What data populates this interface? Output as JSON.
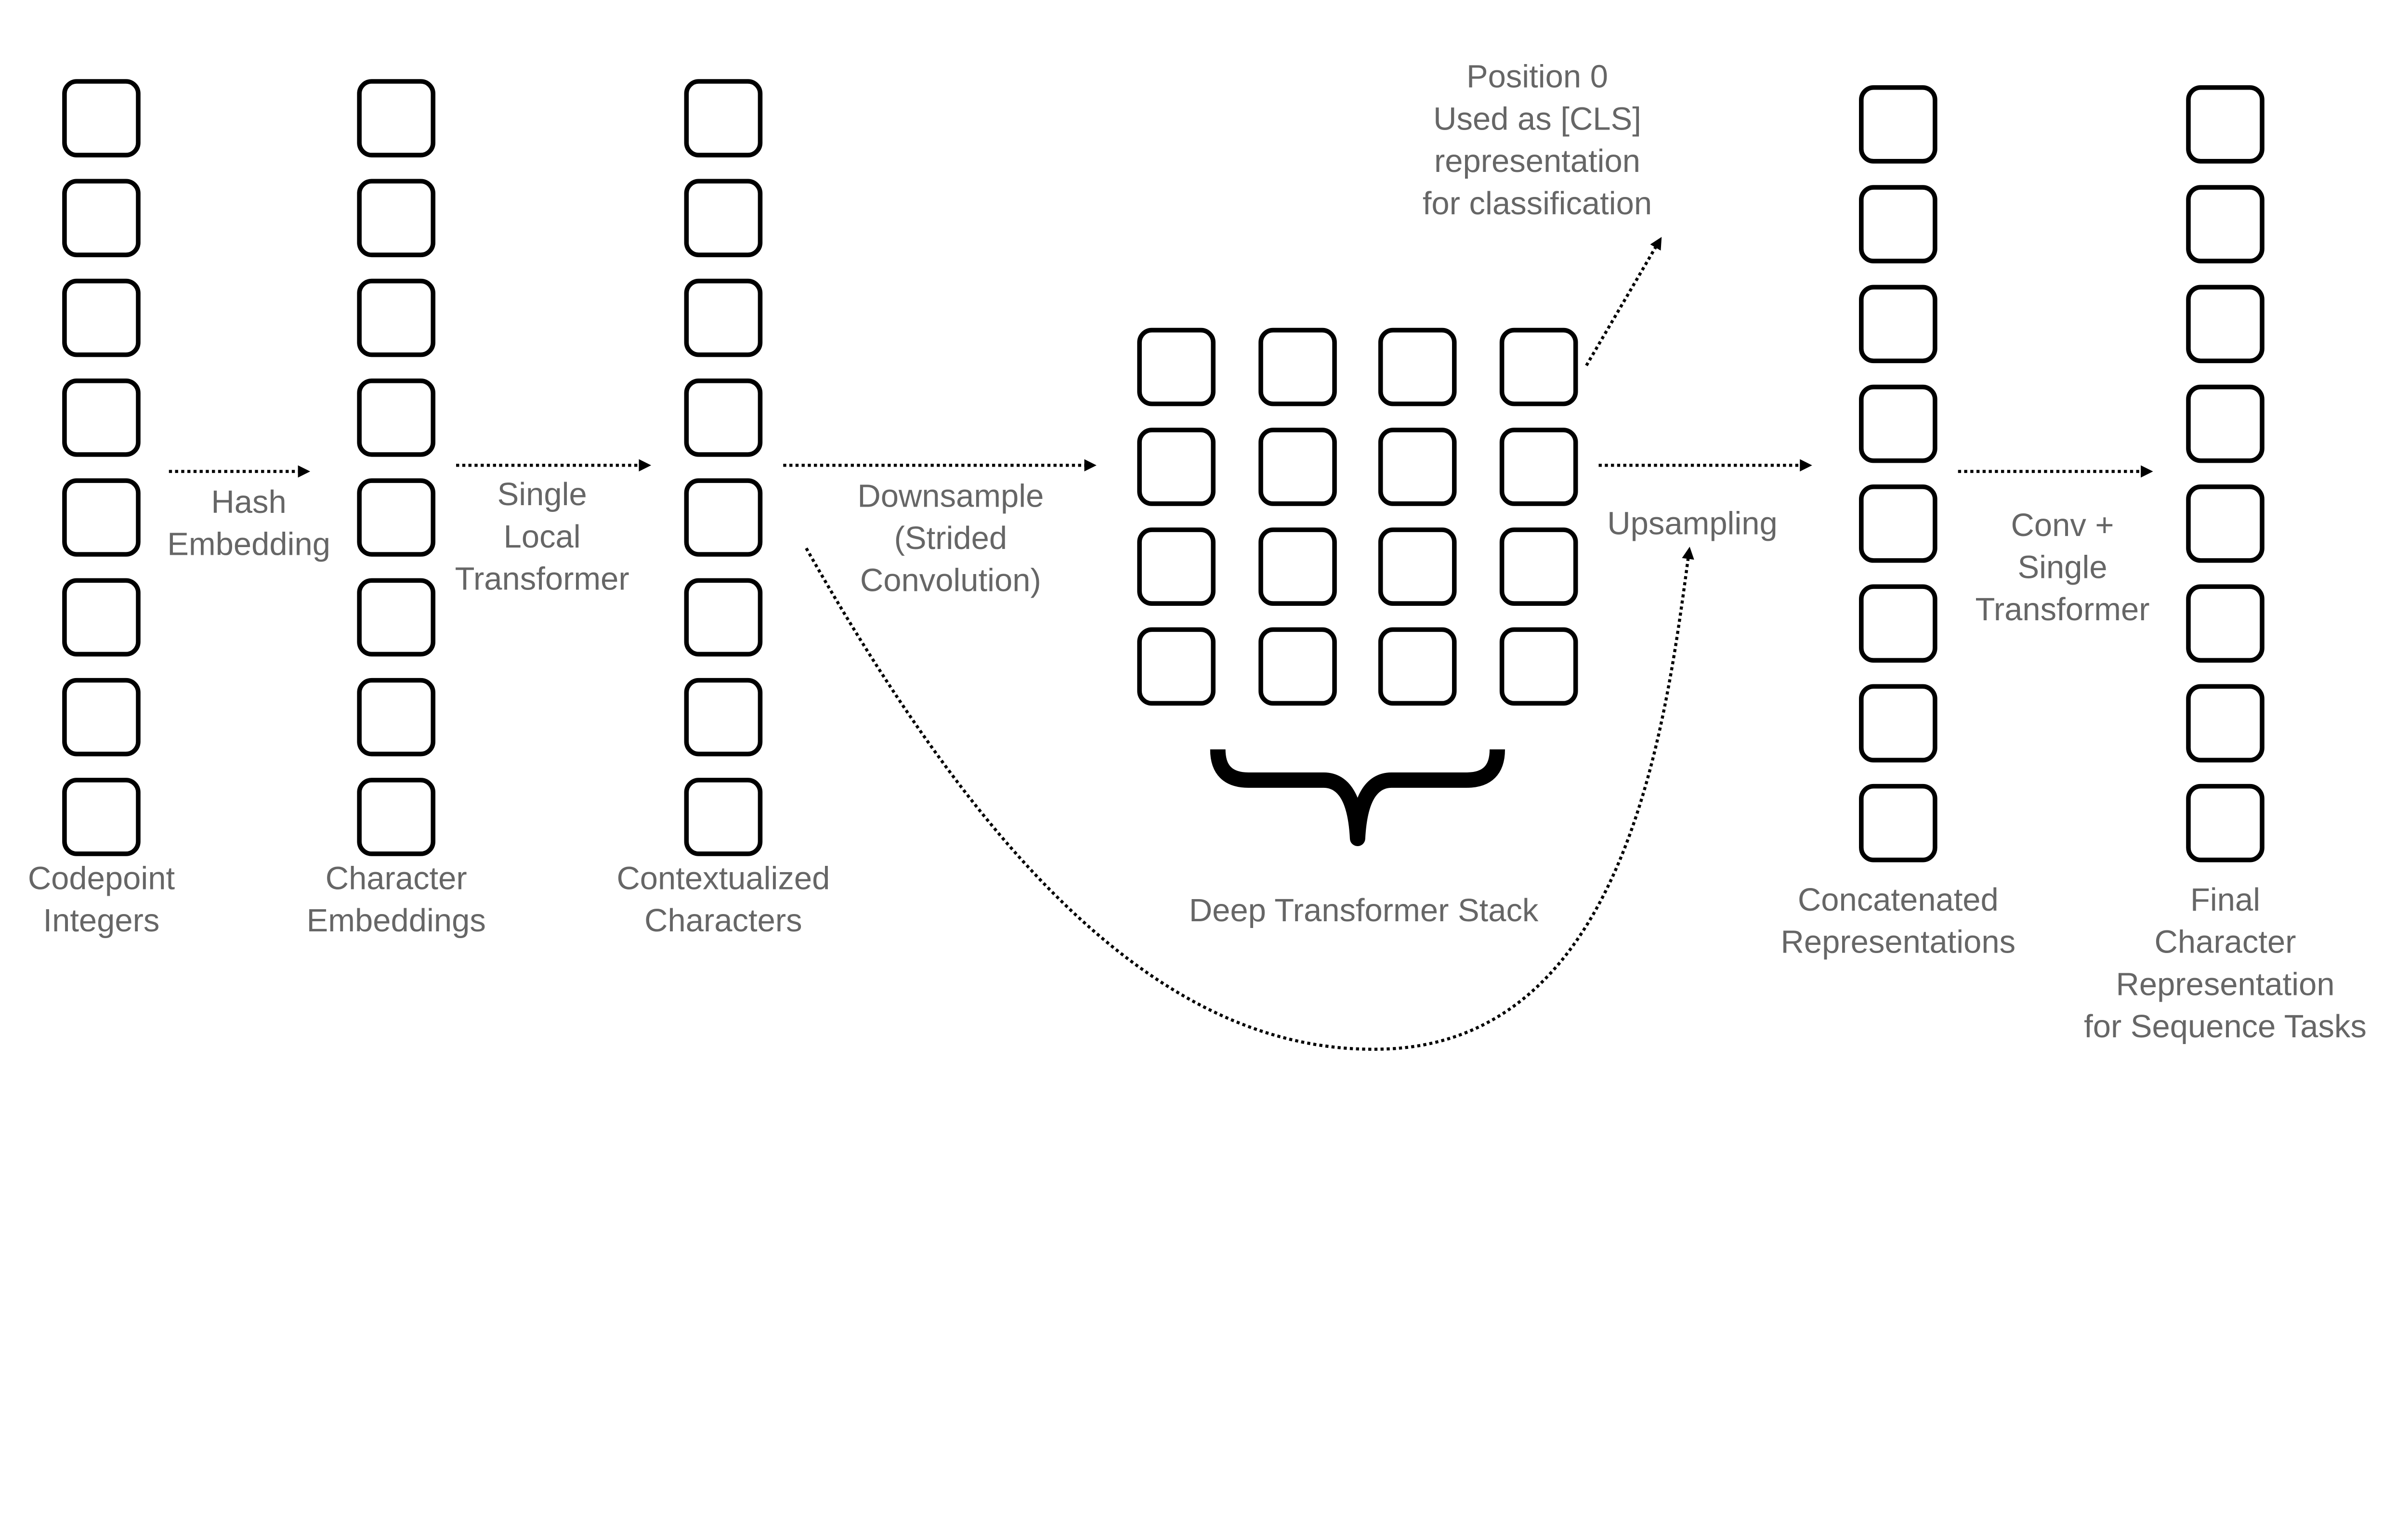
{
  "diagram": {
    "columns": [
      {
        "id": "codepoint-integers",
        "label": [
          "Codepoint",
          "Integers"
        ],
        "cells": 8
      },
      {
        "id": "character-embeddings",
        "label": [
          "Character",
          "Embeddings"
        ],
        "cells": 8
      },
      {
        "id": "contextualized-characters",
        "label": [
          "Contextualized",
          "Characters"
        ],
        "cells": 8
      },
      {
        "id": "concatenated-representations",
        "label": [
          "Concatenated",
          "Representations"
        ],
        "cells": 8
      },
      {
        "id": "final-character-representation",
        "label": [
          "Final",
          "Character",
          "Representation",
          "for Sequence Tasks"
        ],
        "cells": 8
      }
    ],
    "stack": {
      "label": [
        "Deep Transformer Stack"
      ],
      "rows": 4,
      "cols": 4
    },
    "edges": [
      {
        "id": "hash-embedding",
        "label": [
          "Hash",
          "Embedding"
        ]
      },
      {
        "id": "single-local-transformer",
        "label": [
          "Single",
          "Local",
          "Transformer"
        ]
      },
      {
        "id": "downsample",
        "label": [
          "Downsample",
          "(Strided",
          "Convolution)"
        ]
      },
      {
        "id": "upsampling",
        "label": [
          "Upsampling"
        ]
      },
      {
        "id": "conv-single-transformer",
        "label": [
          "Conv +",
          "Single",
          "Transformer"
        ]
      }
    ],
    "cls_note": {
      "label": [
        "Position 0",
        "Used as [CLS]",
        "representation",
        "for classification"
      ]
    },
    "colors": {
      "box_stroke": "#000000",
      "text": "#666666",
      "arrow": "#000000"
    }
  }
}
